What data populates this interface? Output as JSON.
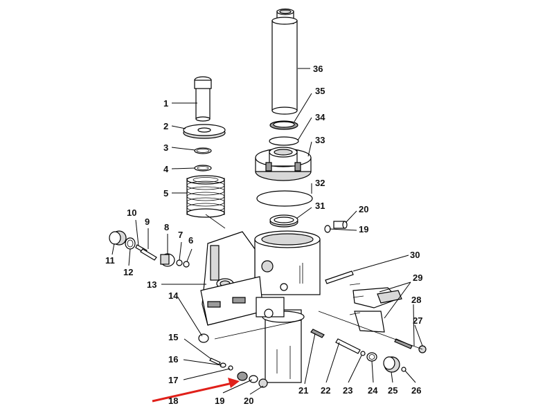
{
  "diagram": {
    "callouts": [
      {
        "id": "c1",
        "text": "1"
      },
      {
        "id": "c2",
        "text": "2"
      },
      {
        "id": "c3",
        "text": "3"
      },
      {
        "id": "c4",
        "text": "4"
      },
      {
        "id": "c5",
        "text": "5"
      },
      {
        "id": "c6",
        "text": "6"
      },
      {
        "id": "c7",
        "text": "7"
      },
      {
        "id": "c8",
        "text": "8"
      },
      {
        "id": "c9",
        "text": "9"
      },
      {
        "id": "c10",
        "text": "10"
      },
      {
        "id": "c11",
        "text": "11"
      },
      {
        "id": "c12",
        "text": "12"
      },
      {
        "id": "c13",
        "text": "13"
      },
      {
        "id": "c14",
        "text": "14"
      },
      {
        "id": "c15",
        "text": "15"
      },
      {
        "id": "c16",
        "text": "16"
      },
      {
        "id": "c17",
        "text": "17"
      },
      {
        "id": "c18",
        "text": "18"
      },
      {
        "id": "c19a",
        "text": "19"
      },
      {
        "id": "c20a",
        "text": "20"
      },
      {
        "id": "c19b",
        "text": "19"
      },
      {
        "id": "c20b",
        "text": "20"
      },
      {
        "id": "c21",
        "text": "21"
      },
      {
        "id": "c22",
        "text": "22"
      },
      {
        "id": "c23",
        "text": "23"
      },
      {
        "id": "c24",
        "text": "24"
      },
      {
        "id": "c25",
        "text": "25"
      },
      {
        "id": "c26",
        "text": "26"
      },
      {
        "id": "c27",
        "text": "27"
      },
      {
        "id": "c28",
        "text": "28"
      },
      {
        "id": "c29",
        "text": "29"
      },
      {
        "id": "c30",
        "text": "30"
      },
      {
        "id": "c31",
        "text": "31"
      },
      {
        "id": "c32",
        "text": "32"
      },
      {
        "id": "c33",
        "text": "33"
      },
      {
        "id": "c34",
        "text": "34"
      },
      {
        "id": "c35",
        "text": "35"
      },
      {
        "id": "c36",
        "text": "36"
      }
    ],
    "highlight_arrow_color": "#e0201a",
    "line_color": "#000000"
  }
}
